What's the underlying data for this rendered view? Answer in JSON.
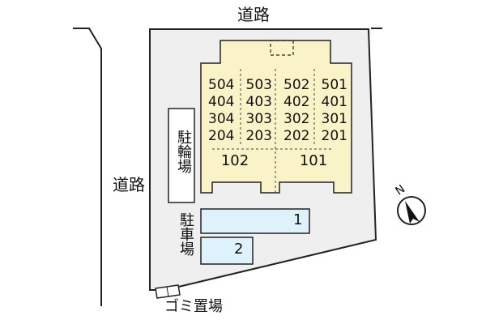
{
  "labels": {
    "road_top": "道路",
    "road_left": "道路",
    "bicycle_parking": "駐輪場",
    "car_parking": "駐車場",
    "trash_area": "ゴミ置場",
    "compass_north": "N"
  },
  "building": {
    "rows": [
      [
        "504",
        "503",
        "502",
        "501"
      ],
      [
        "404",
        "403",
        "402",
        "401"
      ],
      [
        "304",
        "303",
        "302",
        "301"
      ],
      [
        "204",
        "203",
        "202",
        "201"
      ]
    ],
    "ground_units": [
      "102",
      "101"
    ]
  },
  "parking_spaces": [
    "1",
    "2"
  ],
  "colors": {
    "lot_fill": "#efefef",
    "building_fill": "#faf3c8",
    "parking_fill": "#ddf2fb",
    "line": "#222222"
  }
}
